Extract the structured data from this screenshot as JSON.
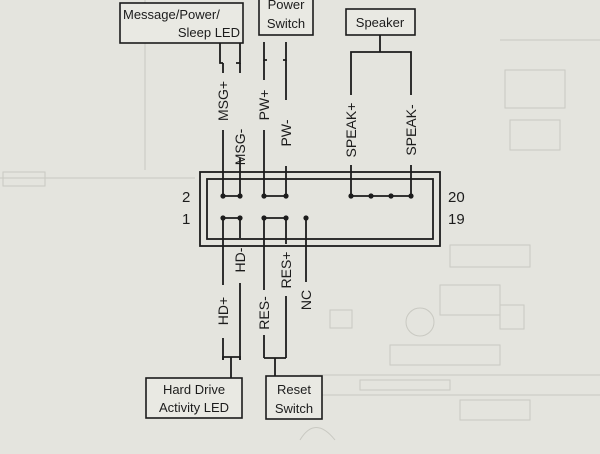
{
  "diagram": {
    "boxes": {
      "msg_power_sleep": {
        "line1": "Message/Power/",
        "line2": "Sleep LED"
      },
      "power_switch": {
        "line1": "Power",
        "line2": "Switch"
      },
      "speaker": {
        "line1": "Speaker"
      },
      "hdd_led": {
        "line1": "Hard Drive",
        "line2": "Activity LED"
      },
      "reset_switch": {
        "line1": "Reset",
        "line2": "Switch"
      }
    },
    "pins": {
      "top": [
        "MSG+",
        "MSG-",
        "PW+",
        "PW-",
        "SPEAK+",
        "SPEAK-"
      ],
      "bottom": [
        "HD+",
        "HD-",
        "RES-",
        "RES+",
        "NC"
      ]
    },
    "pin_numbers": {
      "row2_left": "2",
      "row1_left": "1",
      "row2_right": "20",
      "row1_right": "19"
    }
  },
  "colors": {
    "paper": "#e4e4de",
    "ink": "#1c1c1c",
    "faint": "#c9c9c2"
  }
}
